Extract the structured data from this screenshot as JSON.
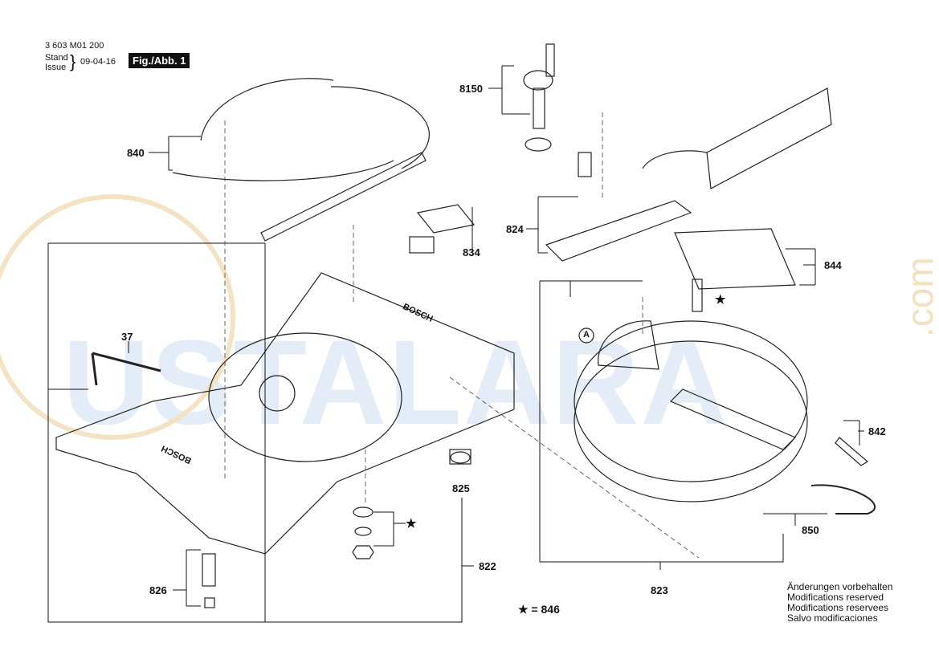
{
  "header": {
    "part_number": "3 603 M01 200",
    "stand_label": "Stand",
    "issue_label": "Issue",
    "brace": "}",
    "date": "09-04-16",
    "figure_label": "Fig./Abb. 1"
  },
  "callouts": {
    "c8150": "8150",
    "c840": "840",
    "c834": "834",
    "c824": "824",
    "c844": "844",
    "c37": "37",
    "c842": "842",
    "c825": "825",
    "c822": "822",
    "c826": "826",
    "c823": "823",
    "c850": "850",
    "circle_a": "A",
    "star_note": "★ = 846"
  },
  "stamps": {
    "brand_text": "BOSCH"
  },
  "notes": [
    "Änderungen vorbehalten",
    "Modifications reserved",
    "Modifications reservees",
    "Salvo modificaciones"
  ],
  "watermark": {
    "text": "USTALARA",
    "suffix": ".com"
  }
}
